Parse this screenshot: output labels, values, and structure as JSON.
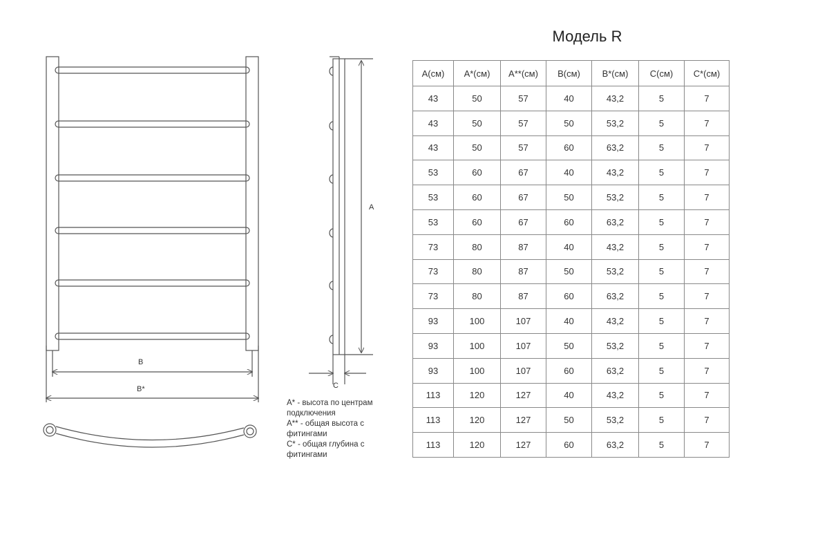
{
  "title": "Модель R",
  "dimension_labels": {
    "height": "A",
    "width_b": "B",
    "width_b_star": "B*",
    "depth": "C"
  },
  "notes": [
    "A* - высота по центрам подключения",
    "A** - общая высота с фитингами",
    "C* - общая глубина с фитингами"
  ],
  "table": {
    "headers": [
      "A(см)",
      "A*(см)",
      "A**(см)",
      "B(см)",
      "B*(см)",
      "C(см)",
      "C*(см)"
    ],
    "rows": [
      [
        "43",
        "50",
        "57",
        "40",
        "43,2",
        "5",
        "7"
      ],
      [
        "43",
        "50",
        "57",
        "50",
        "53,2",
        "5",
        "7"
      ],
      [
        "43",
        "50",
        "57",
        "60",
        "63,2",
        "5",
        "7"
      ],
      [
        "53",
        "60",
        "67",
        "40",
        "43,2",
        "5",
        "7"
      ],
      [
        "53",
        "60",
        "67",
        "50",
        "53,2",
        "5",
        "7"
      ],
      [
        "53",
        "60",
        "67",
        "60",
        "63,2",
        "5",
        "7"
      ],
      [
        "73",
        "80",
        "87",
        "40",
        "43,2",
        "5",
        "7"
      ],
      [
        "73",
        "80",
        "87",
        "50",
        "53,2",
        "5",
        "7"
      ],
      [
        "73",
        "80",
        "87",
        "60",
        "63,2",
        "5",
        "7"
      ],
      [
        "93",
        "100",
        "107",
        "40",
        "43,2",
        "5",
        "7"
      ],
      [
        "93",
        "100",
        "107",
        "50",
        "53,2",
        "5",
        "7"
      ],
      [
        "93",
        "100",
        "107",
        "60",
        "63,2",
        "5",
        "7"
      ],
      [
        "113",
        "120",
        "127",
        "40",
        "43,2",
        "5",
        "7"
      ],
      [
        "113",
        "120",
        "127",
        "50",
        "53,2",
        "5",
        "7"
      ],
      [
        "113",
        "120",
        "127",
        "60",
        "63,2",
        "5",
        "7"
      ]
    ]
  }
}
